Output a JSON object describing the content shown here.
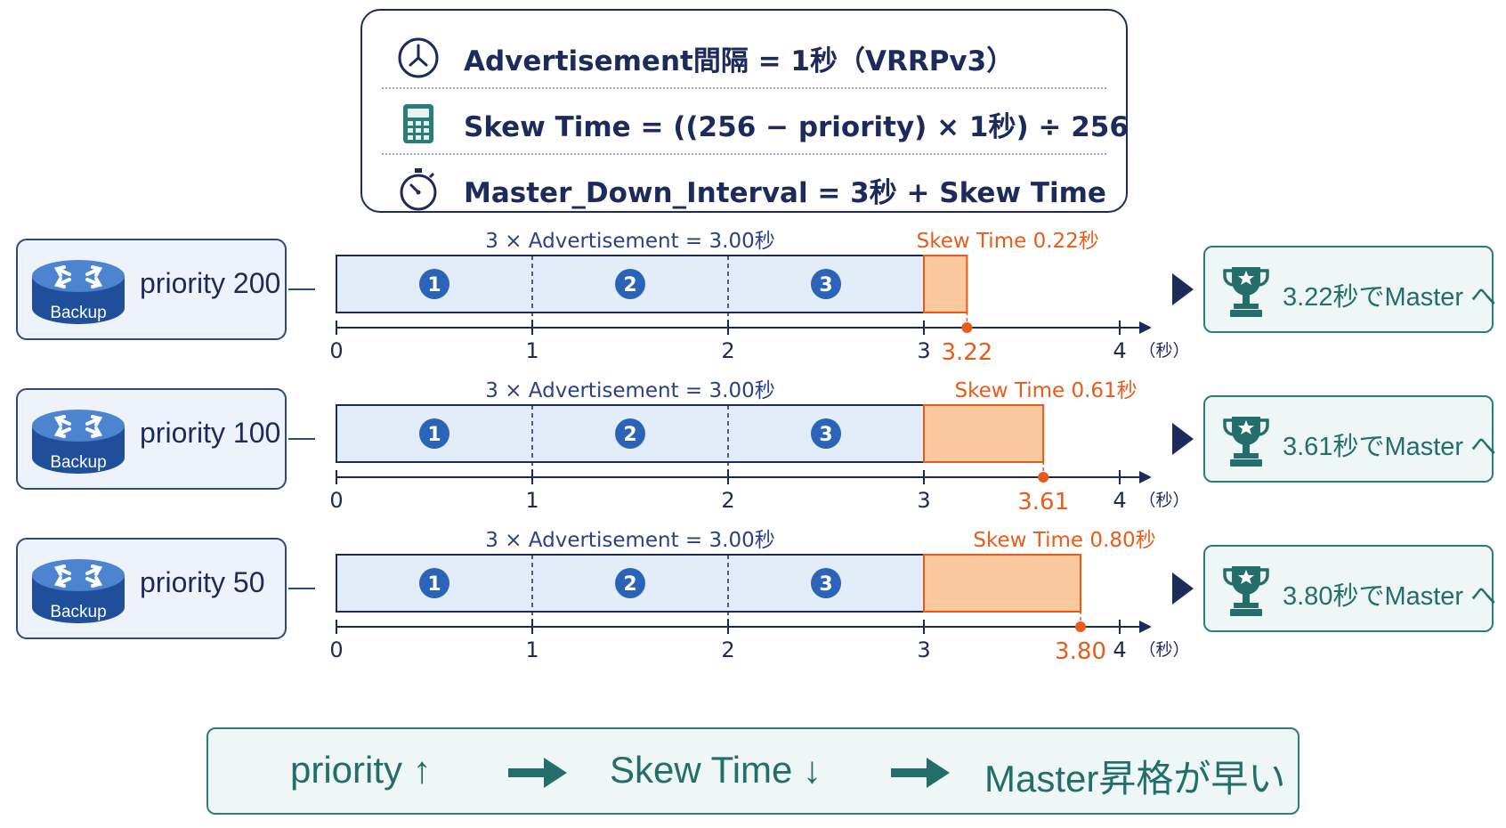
{
  "formulas": [
    {
      "icon": "clock-icon",
      "text": "Advertisement間隔 = 1秒（VRRPv3）"
    },
    {
      "icon": "calculator-icon",
      "text": "Skew Time = ((256 − priority) × 1秒) ÷ 256"
    },
    {
      "icon": "stopwatch-icon",
      "text": "Master_Down_Interval = 3秒 + Skew Time"
    }
  ],
  "rows": [
    {
      "router_label": "Backup",
      "priority": "priority 200",
      "adv_label": "3 × Advertisement = 3.00秒",
      "skew_label": "Skew Time 0.22秒",
      "skew_seconds": 0.22,
      "end_label": "3.22",
      "result": "3.22秒でMaster へ"
    },
    {
      "router_label": "Backup",
      "priority": "priority 100",
      "adv_label": "3 × Advertisement = 3.00秒",
      "skew_label": "Skew Time 0.61秒",
      "skew_seconds": 0.61,
      "end_label": "3.61",
      "result": "3.61秒でMaster へ"
    },
    {
      "router_label": "Backup",
      "priority": "priority 50",
      "adv_label": "3 × Advertisement = 3.00秒",
      "skew_label": "Skew Time 0.80秒",
      "skew_seconds": 0.8,
      "end_label": "3.80",
      "result": "3.80秒でMaster へ"
    }
  ],
  "axis": {
    "ticks": [
      "0",
      "1",
      "2",
      "3",
      "4"
    ],
    "unit": "（秒）",
    "segment_numbers": [
      "1",
      "2",
      "3"
    ]
  },
  "summary": {
    "priority": "priority ↑",
    "skew": "Skew Time ↓",
    "result": "Master昇格が早い"
  },
  "colors": {
    "navy": "#1c2a5c",
    "blue_fill": "#e3ecf9",
    "skew_fill": "#fbc89e",
    "orange": "#e85c1a",
    "teal": "#236e6a"
  }
}
